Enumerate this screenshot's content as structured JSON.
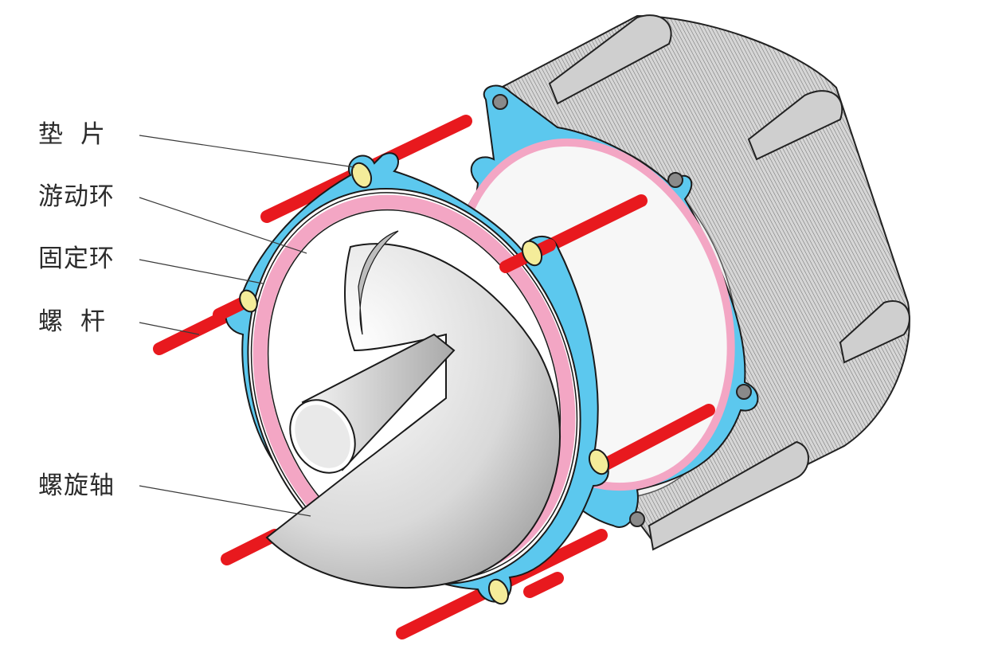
{
  "labels": {
    "gasket": "垫片",
    "floating_ring": "游动环",
    "fixed_ring": "固定环",
    "bolt": "螺杆",
    "spiral_shaft": "螺旋轴"
  },
  "colors": {
    "flange_blue": "#5cc8ee",
    "ring_pink": "#f3a6c4",
    "bolt_red": "#e8191e",
    "gasket_yellow": "#f4ec9a",
    "housing_gray": "#c8c8c8",
    "shaft_silver": "#e2e2e2",
    "outline": "#1a1a1a",
    "label_text": "#2b2b2b"
  }
}
